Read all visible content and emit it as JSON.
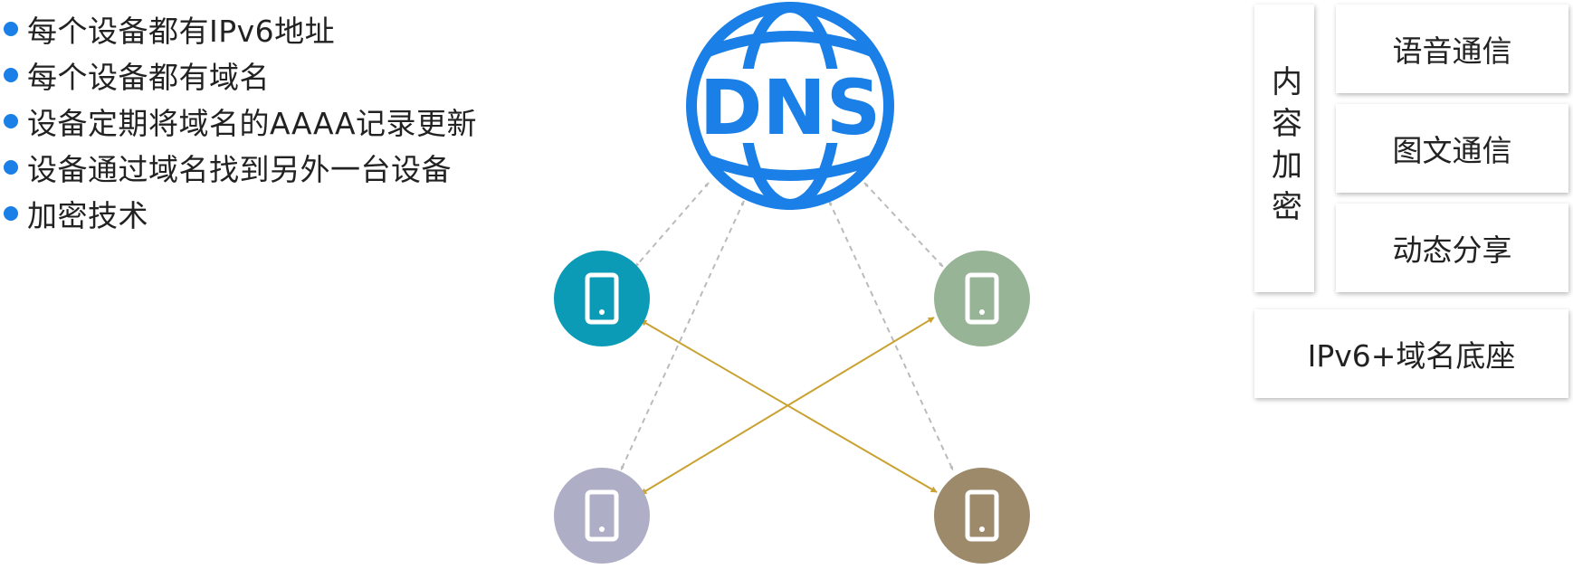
{
  "bullets": [
    "每个设备都有IPv6地址",
    "每个设备都有域名",
    "设备定期将域名的AAAA记录更新",
    "设备通过域名找到另外一台设备",
    "加密技术"
  ],
  "dns_label": "DNS",
  "stack": {
    "encryption": "内容加密",
    "voice": "语音通信",
    "graphic": "图文通信",
    "share": "动态分享",
    "base": "IPv6+域名底座"
  },
  "colors": {
    "bullet": "#1a7fe6",
    "dns_blue": "#1a7fe6",
    "dashed_arrow": "#bbbbbb",
    "solid_arrow": "#c9a232",
    "device_top_left": "#0b9bb7",
    "device_top_right": "#97b496",
    "device_bottom_left": "#aeaec6",
    "device_bottom_right": "#9d8a6b"
  },
  "icons": {
    "dns": "globe-icon",
    "device": "smartphone-icon"
  }
}
